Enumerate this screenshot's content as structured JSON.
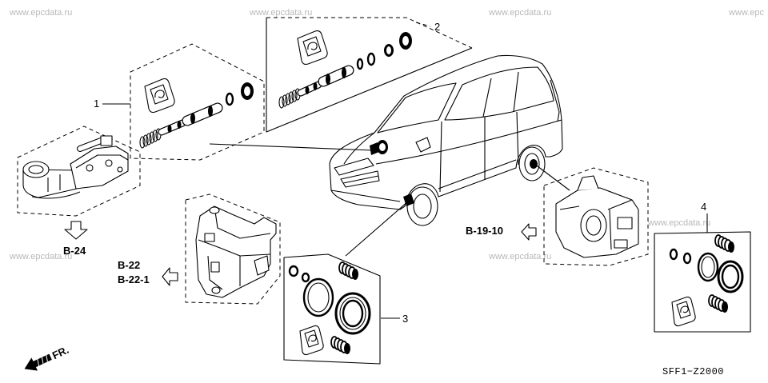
{
  "watermarks": [
    "www.epcdata.ru",
    "www.epcdata.ru",
    "www.epcdata.ru",
    "www.epc",
    "www.epcdata.ru",
    "www.epcdata.ru",
    "www.epcdata.ru"
  ],
  "callouts": {
    "kit_1": "1",
    "kit_2": "2",
    "kit_3": "3",
    "kit_4": "4"
  },
  "references": {
    "slave_cylinder": "B-24",
    "front_caliper": "B-22",
    "front_caliper_alt": "B-22-1",
    "rear_caliper": "B-19-10"
  },
  "direction_label": "FR.",
  "diagram_code": "SFF1−Z2000",
  "icons": {
    "slave_cylinder_ref": "hollow-arrow-down-icon",
    "front_caliper_ref": "hollow-arrow-left-icon",
    "rear_caliper_ref": "hollow-arrow-left-icon",
    "direction": "front-arrow-icon"
  },
  "colors": {
    "line": "#000000",
    "watermark": "#b8b8b8",
    "background": "#ffffff"
  }
}
